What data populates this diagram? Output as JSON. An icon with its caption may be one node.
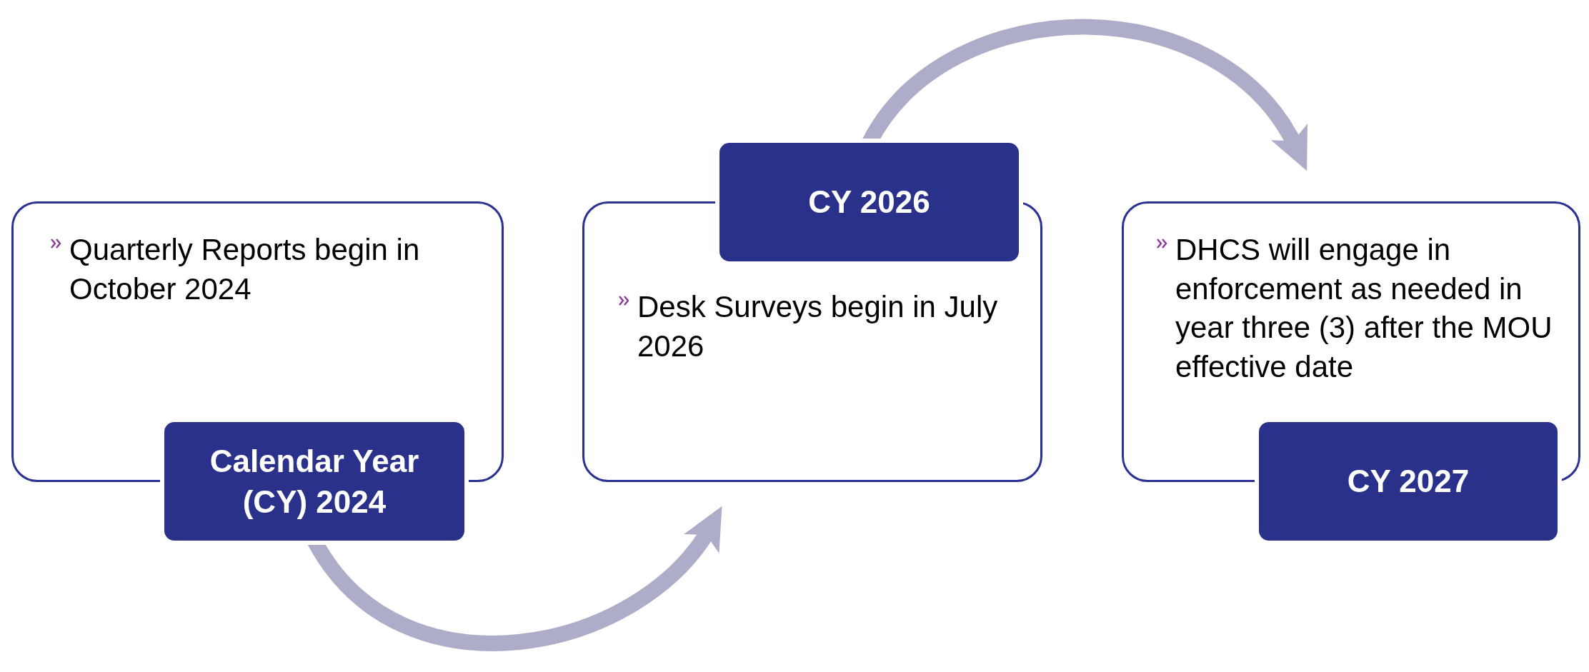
{
  "diagram": {
    "nodes": [
      {
        "text": [
          "Quarterly Reports begin in October 2024"
        ]
      },
      {
        "text": [
          "Calendar Year (CY) 2024"
        ]
      },
      {
        "text": [
          "Desk Surveys begin in July 2026"
        ]
      },
      {
        "text": [
          "CY 2026"
        ]
      },
      {
        "text": [
          "DHCS will engage in enforcement as needed in year three (3) after the MOU effective date"
        ]
      },
      {
        "text": [
          "CY 2027"
        ]
      }
    ],
    "edges": [
      {
        "from": 1,
        "to": 2,
        "arrow": "to"
      },
      {
        "from": 3,
        "to": 4,
        "arrow": "to"
      }
    ]
  }
}
